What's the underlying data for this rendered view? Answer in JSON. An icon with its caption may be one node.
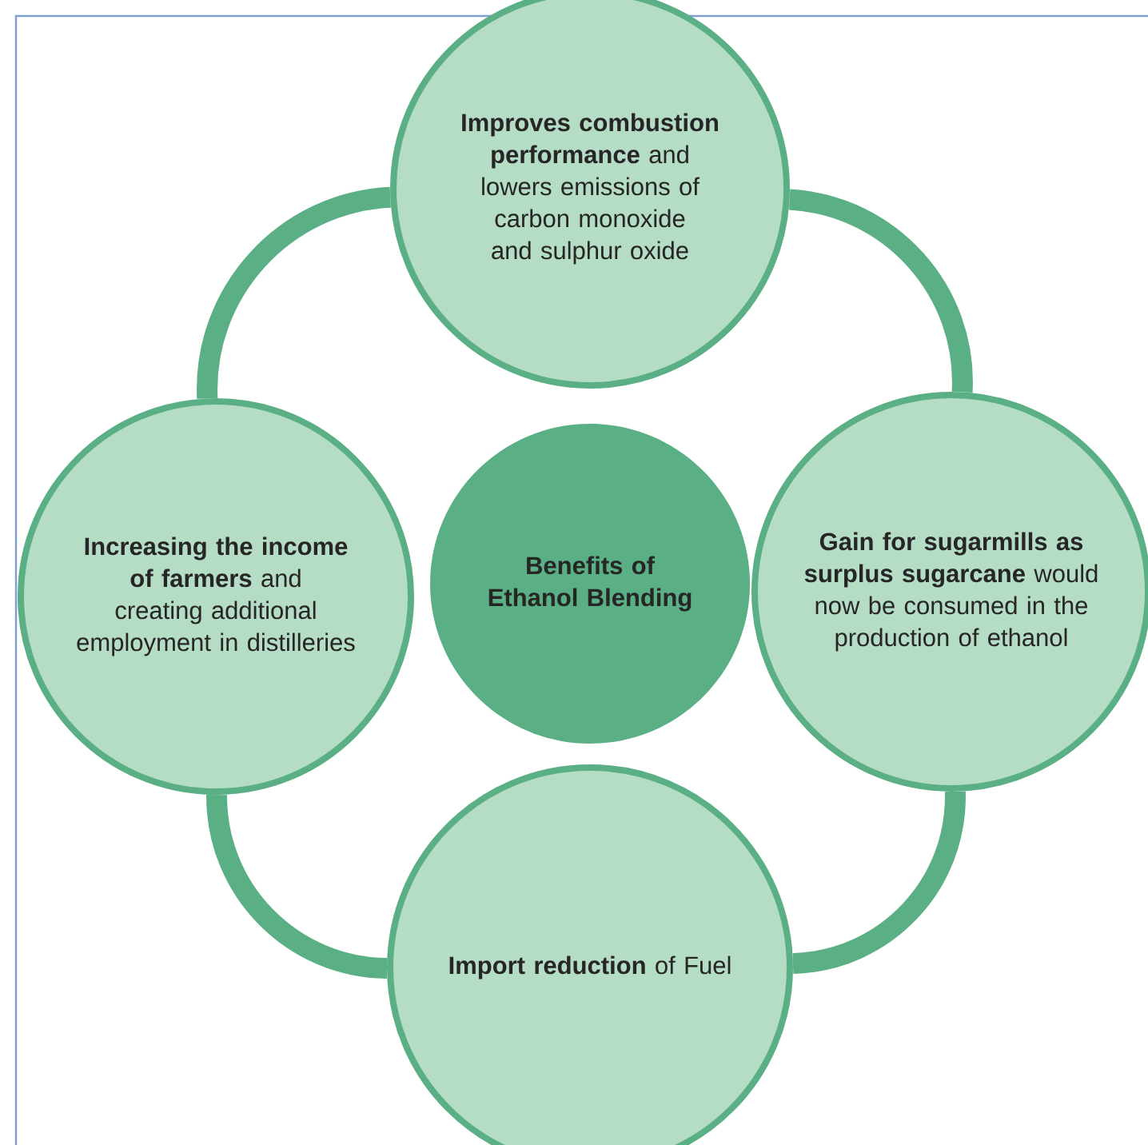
{
  "diagram": {
    "nodes": [
      {
        "text": [
          "Benefits of Ethanol Blending"
        ]
      },
      {
        "text": [
          "**Improves combustion performance** and lowers emissions of carbon monoxide and sulphur oxide"
        ]
      },
      {
        "text": [
          "**Gain for sugarmills as surplus sugarcane** would now be consumed in the production of ethanol"
        ]
      },
      {
        "text": [
          "**Import reduction** of Fuel"
        ]
      },
      {
        "text": [
          "**Increasing the income of farmers** and creating additional employment in distilleries"
        ]
      }
    ],
    "edges": [
      {
        "from": 1,
        "to": 2,
        "arrow": "none"
      },
      {
        "from": 2,
        "to": 3,
        "arrow": "none"
      },
      {
        "from": 3,
        "to": 4,
        "arrow": "none"
      },
      {
        "from": 4,
        "to": 1,
        "arrow": "none"
      }
    ]
  }
}
